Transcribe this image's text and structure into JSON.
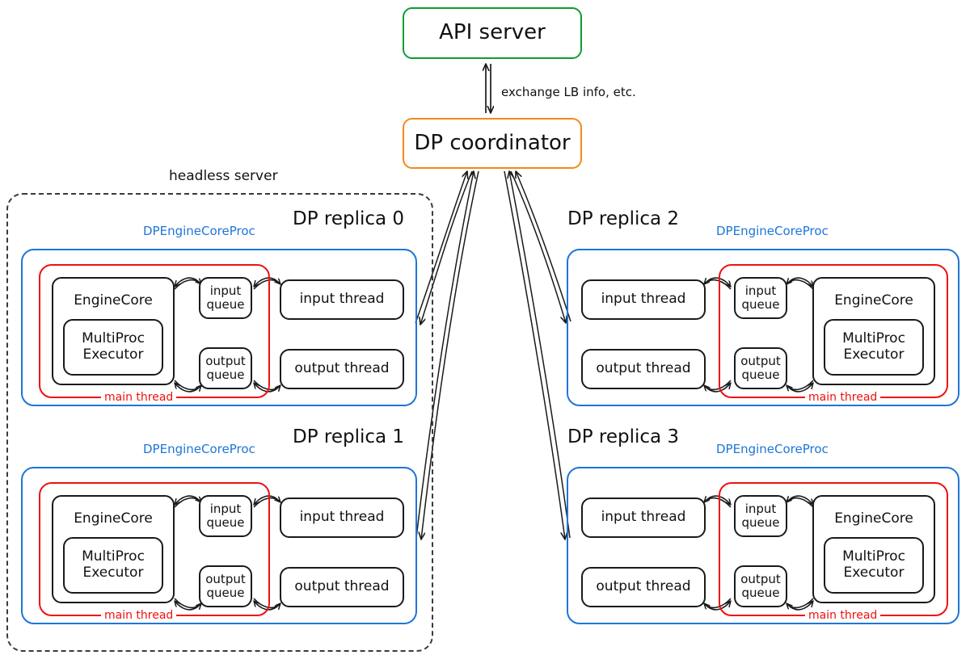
{
  "diagram": {
    "title_nodes": {
      "api_server": "API server",
      "dp_coordinator": "DP coordinator"
    },
    "edge_labels": {
      "api_to_coordinator": "exchange LB info, etc."
    },
    "group_labels": {
      "headless_server": "headless server"
    },
    "colors": {
      "api_server_border": "#0f9d2f",
      "coordinator_border": "#f08a1d",
      "process_border": "#1d76d8",
      "main_thread_border": "#ee1111",
      "node_border": "#1a1a1a",
      "headless_border": "#3a3a3a"
    },
    "replicas": [
      {
        "title": "DP replica 0",
        "process_label": "DPEngineCoreProc",
        "main_thread_label": "main thread",
        "orientation": "engine-left",
        "boxes": {
          "engine_core": "EngineCore",
          "executor": "MultiProc\nExecutor",
          "input_queue": "input\nqueue",
          "output_queue": "output\nqueue",
          "input_thread": "input thread",
          "output_thread": "output thread"
        }
      },
      {
        "title": "DP replica 1",
        "process_label": "DPEngineCoreProc",
        "main_thread_label": "main thread",
        "orientation": "engine-left",
        "boxes": {
          "engine_core": "EngineCore",
          "executor": "MultiProc\nExecutor",
          "input_queue": "input\nqueue",
          "output_queue": "output\nqueue",
          "input_thread": "input thread",
          "output_thread": "output thread"
        }
      },
      {
        "title": "DP replica 2",
        "process_label": "DPEngineCoreProc",
        "main_thread_label": "main thread",
        "orientation": "engine-right",
        "boxes": {
          "engine_core": "EngineCore",
          "executor": "MultiProc\nExecutor",
          "input_queue": "input\nqueue",
          "output_queue": "output\nqueue",
          "input_thread": "input thread",
          "output_thread": "output thread"
        }
      },
      {
        "title": "DP replica 3",
        "process_label": "DPEngineCoreProc",
        "main_thread_label": "main thread",
        "orientation": "engine-right",
        "boxes": {
          "engine_core": "EngineCore",
          "executor": "MultiProc\nExecutor",
          "input_queue": "input\nqueue",
          "output_queue": "output\nqueue",
          "input_thread": "input thread",
          "output_thread": "output thread"
        }
      }
    ]
  }
}
